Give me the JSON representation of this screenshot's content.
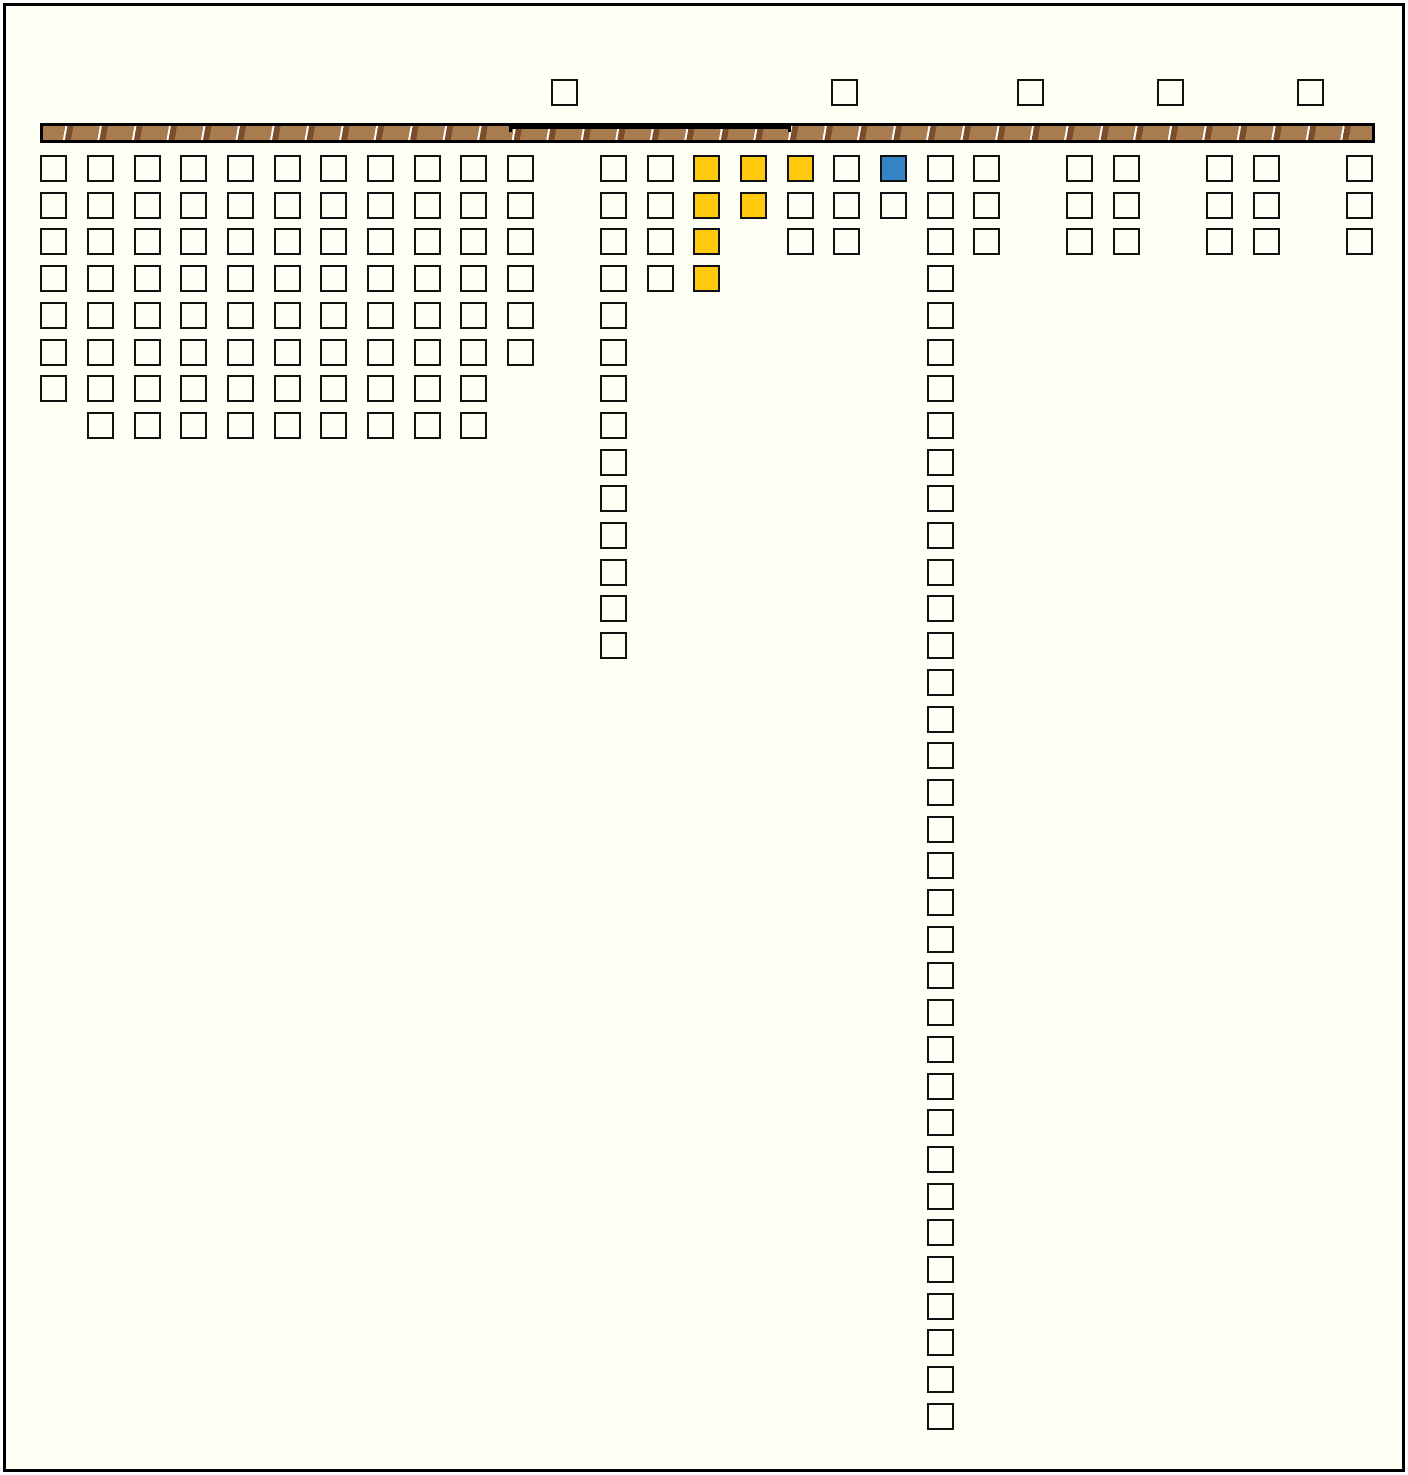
{
  "colors": {
    "background": "#fefff5",
    "frame": "#000000",
    "cell_empty": "#fefff5",
    "cell_border": "#111111",
    "highlight_yellow": "#ffc90e",
    "highlight_blue": "#3483c4",
    "ground_base": "#a97c50",
    "ground_dark": "#7b4d2a"
  },
  "board": {
    "top_slots": {
      "columns": [
        11,
        17,
        21,
        24,
        27
      ]
    },
    "ground": {
      "texture": "dirt-strip"
    },
    "columns": [
      {
        "col": 0,
        "count": 7,
        "start": 0
      },
      {
        "col": 1,
        "count": 8,
        "start": 0
      },
      {
        "col": 2,
        "count": 8,
        "start": 0
      },
      {
        "col": 3,
        "count": 8,
        "start": 0
      },
      {
        "col": 4,
        "count": 8,
        "start": 0
      },
      {
        "col": 5,
        "count": 8,
        "start": 0
      },
      {
        "col": 6,
        "count": 8,
        "start": 0
      },
      {
        "col": 7,
        "count": 8,
        "start": 0
      },
      {
        "col": 8,
        "count": 8,
        "start": 0
      },
      {
        "col": 9,
        "count": 8,
        "start": 0
      },
      {
        "col": 10,
        "count": 6,
        "start": 0
      },
      {
        "col": 12,
        "count": 14,
        "start": 0
      },
      {
        "col": 13,
        "count": 4,
        "start": 0
      },
      {
        "col": 14,
        "count": 4,
        "start": 0,
        "fill": "yellow"
      },
      {
        "col": 15,
        "count": 2,
        "start": 0,
        "fill": "yellow"
      },
      {
        "col": 16,
        "count": 3,
        "start": 0,
        "fill_first": "yellow"
      },
      {
        "col": 17,
        "count": 3,
        "start": 0
      },
      {
        "col": 18,
        "count": 2,
        "start": 0,
        "fill_first": "blue"
      },
      {
        "col": 19,
        "count": 35,
        "start": 0
      },
      {
        "col": 20,
        "count": 3,
        "start": 0
      },
      {
        "col": 22,
        "count": 3,
        "start": 0
      },
      {
        "col": 23,
        "count": 3,
        "start": 0
      },
      {
        "col": 25,
        "count": 3,
        "start": 0
      },
      {
        "col": 26,
        "count": 3,
        "start": 0
      },
      {
        "col": 28,
        "count": 3,
        "start": 0
      }
    ],
    "gaps_in_column_0": [
      7
    ]
  }
}
